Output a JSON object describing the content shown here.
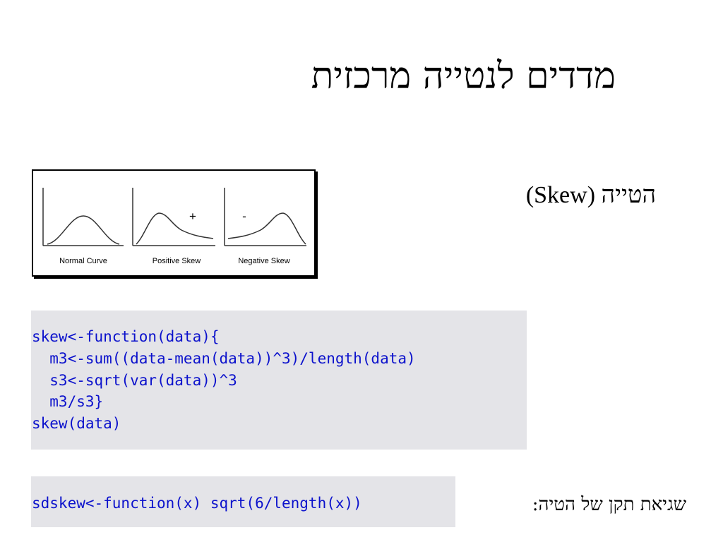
{
  "slide": {
    "title": "מדדים לנטייה מרכזית",
    "skew_heading": "(Skew) הטייה"
  },
  "figure": {
    "panels": [
      {
        "label": "Normal Curve",
        "sign": ""
      },
      {
        "label": "Positive Skew",
        "sign": "+"
      },
      {
        "label": "Negative Skew",
        "sign": "-"
      }
    ]
  },
  "code_block_1": {
    "lines": [
      "skew<-function(data){",
      "  m3<-sum((data-mean(data))^3)/length(data)",
      "  s3<-sqrt(var(data))^3",
      "  m3/s3}",
      "skew(data)"
    ]
  },
  "code_block_2": {
    "line": "sdskew<-function(x) sqrt(6/length(x))"
  },
  "standard_error_label": "שגיאת תקן של הטיה:",
  "colors": {
    "code_text": "#0c12cc",
    "code_background": "#e4e4e8"
  }
}
